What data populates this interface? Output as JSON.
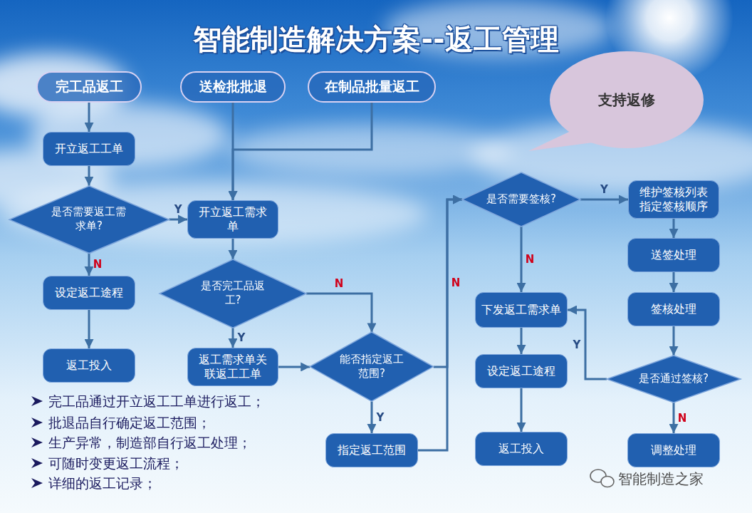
{
  "diagram": {
    "title": "智能制造解决方案--返工管理",
    "nodes": [
      {
        "text": [
          "完工品返工"
        ]
      },
      {
        "text": [
          "送检批批退"
        ]
      },
      {
        "text": [
          "在制品批量返工"
        ]
      },
      {
        "text": [
          "支持返修"
        ]
      },
      {
        "text": [
          "开立返工工单"
        ]
      },
      {
        "text": [
          "是否需要签核?"
        ]
      },
      {
        "text": [
          "维护签核列表 指定签核顺序"
        ]
      },
      {
        "text": [
          "是否需要返工需求单?"
        ]
      },
      {
        "text": [
          "开立返工需求单"
        ]
      },
      {
        "text": [
          "送签处理"
        ]
      },
      {
        "text": [
          "设定返工途程"
        ]
      },
      {
        "text": [
          "是否完工品返工?"
        ]
      },
      {
        "text": [
          "下发返工需求单"
        ]
      },
      {
        "text": [
          "签核处理"
        ]
      },
      {
        "text": [
          "返工投入"
        ]
      },
      {
        "text": [
          "返工需求单关联返工工单"
        ]
      },
      {
        "text": [
          "能否指定返工范围?"
        ]
      },
      {
        "text": [
          "设定返工途程"
        ]
      },
      {
        "text": [
          "是否通过签核?"
        ]
      },
      {
        "text": [
          "指定返工范围"
        ]
      },
      {
        "text": [
          "返工投入"
        ]
      },
      {
        "text": [
          "调整处理"
        ]
      }
    ],
    "edges": [
      {
        "from": 0,
        "to": 4,
        "arrow": "to"
      },
      {
        "from": 1,
        "to": 8,
        "arrow": "to"
      },
      {
        "from": 2,
        "to": 8,
        "arrow": "to"
      },
      {
        "from": 4,
        "to": 7,
        "arrow": "to"
      },
      {
        "from": 7,
        "to": 8,
        "label": "Y",
        "arrow": "to"
      },
      {
        "from": 7,
        "to": 10,
        "label": "N",
        "arrow": "to"
      },
      {
        "from": 10,
        "to": 14,
        "arrow": "to"
      },
      {
        "from": 8,
        "to": 11,
        "arrow": "to"
      },
      {
        "from": 11,
        "to": 15,
        "label": "Y",
        "arrow": "to"
      },
      {
        "from": 11,
        "to": 16,
        "label": "N",
        "arrow": "to"
      },
      {
        "from": 15,
        "to": 16,
        "arrow": "to"
      },
      {
        "from": 16,
        "to": 19,
        "label": "Y",
        "arrow": "to"
      },
      {
        "from": 16,
        "to": 5,
        "label": "N",
        "arrow": "to"
      },
      {
        "from": 19,
        "to": 5,
        "arrow": "to"
      },
      {
        "from": 5,
        "to": 6,
        "label": "Y",
        "arrow": "to"
      },
      {
        "from": 5,
        "to": 12,
        "label": "N",
        "arrow": "to"
      },
      {
        "from": 6,
        "to": 9,
        "arrow": "to"
      },
      {
        "from": 9,
        "to": 13,
        "arrow": "to"
      },
      {
        "from": 13,
        "to": 18,
        "arrow": "to"
      },
      {
        "from": 18,
        "to": 12,
        "label": "Y",
        "arrow": "to"
      },
      {
        "from": 18,
        "to": 21,
        "label": "N",
        "arrow": "to"
      },
      {
        "from": 12,
        "to": 17,
        "arrow": "to"
      },
      {
        "from": 17,
        "to": 20,
        "arrow": "to"
      }
    ],
    "labels": [
      "完工品通过开立返工工单进行返工；",
      "批退品自行确定返工范围；",
      "生产异常，制造部自行返工处理；",
      "可随时变更返工流程；",
      "详细的返工记录；",
      "智能制造之家"
    ]
  }
}
